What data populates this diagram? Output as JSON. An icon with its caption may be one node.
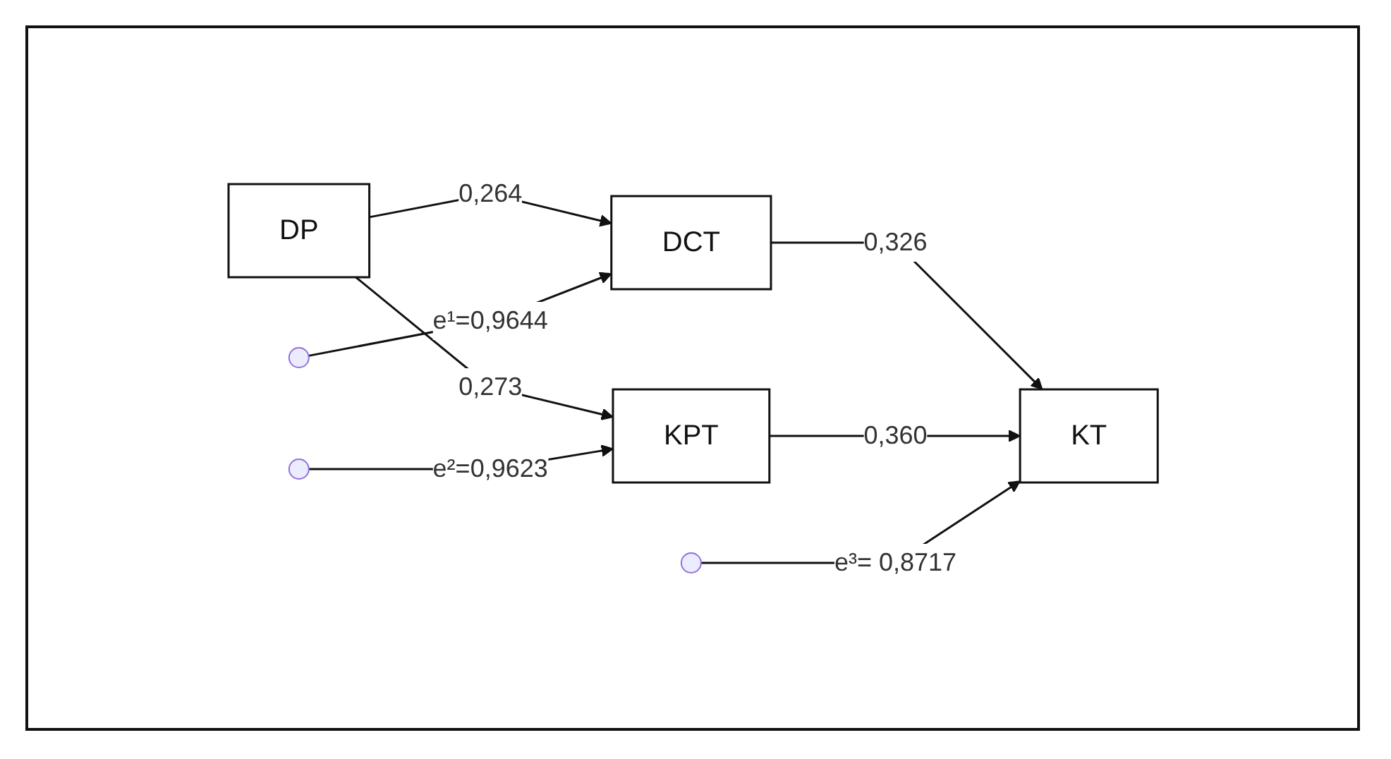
{
  "diagram": {
    "nodes": [
      {
        "text": [
          "DP"
        ]
      },
      {
        "text": [
          "DCT"
        ]
      },
      {
        "text": [
          "KPT"
        ]
      },
      {
        "text": [
          "KT"
        ]
      }
    ],
    "edges": [
      {
        "from": 0,
        "to": 1,
        "arrow": "to",
        "label": "0,264"
      },
      {
        "from": 0,
        "to": 2,
        "arrow": "to",
        "label": "0,273"
      },
      {
        "from": 1,
        "to": 3,
        "arrow": "to",
        "label": "0,326"
      },
      {
        "from": 2,
        "to": 3,
        "arrow": "to",
        "label": "0,360"
      },
      {
        "from": null,
        "to": 1,
        "arrow": "to",
        "label": "e¹=0,9644"
      },
      {
        "from": null,
        "to": 2,
        "arrow": "to",
        "label": "e²=0,9623"
      },
      {
        "from": null,
        "to": 3,
        "arrow": "to",
        "label": "e³= 0,8717"
      }
    ]
  }
}
